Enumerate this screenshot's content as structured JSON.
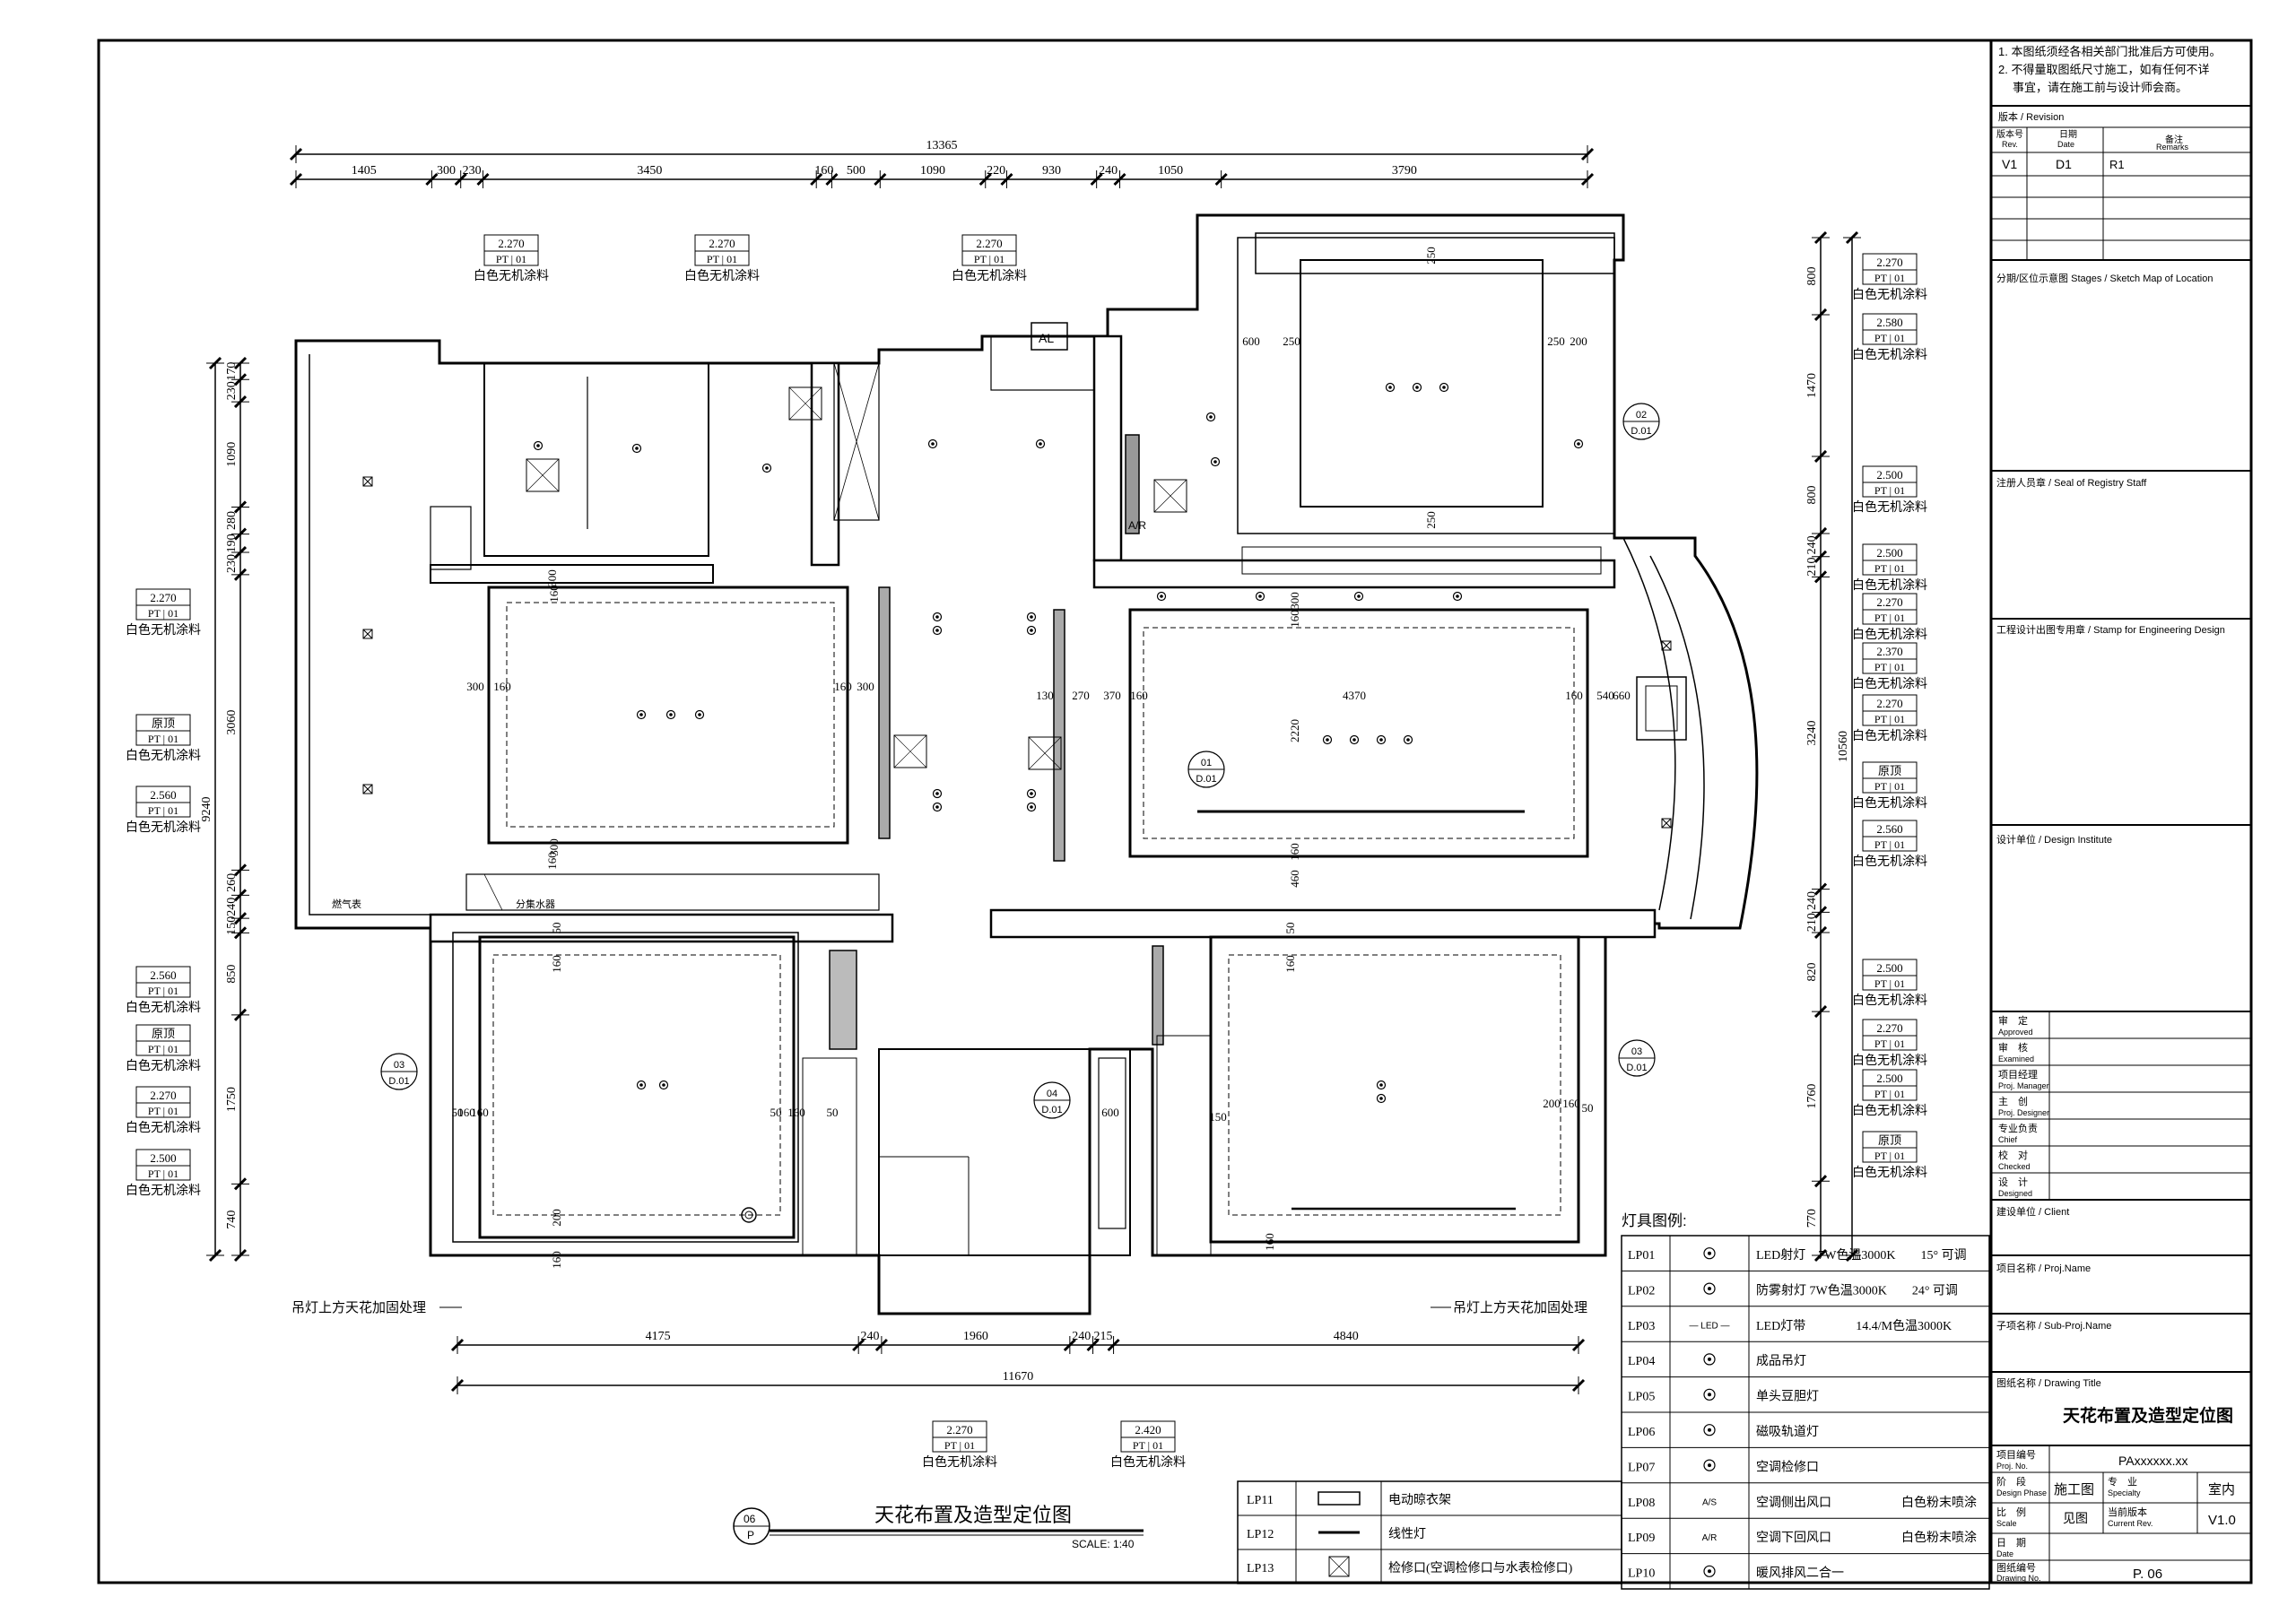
{
  "notes": {
    "line1": "1. 本图纸须经各相关部门批准后方可使用。",
    "line2": "2. 不得量取图纸尺寸施工，如有任何不详",
    "line3": "事宜，请在施工前与设计师会商。"
  },
  "revision": {
    "header": "版本 / Revision",
    "col_rev_cn": "版本号",
    "col_rev_en": "Rev.",
    "col_date_cn": "日期",
    "col_date_en": "Date",
    "col_remarks_cn": "备注",
    "col_remarks_en": "Remarks",
    "rev": "V1",
    "date": "D1",
    "remarks": "R1"
  },
  "title_block": {
    "stages": "分期/区位示意图 Stages / Sketch Map of Location",
    "seal": "注册人员章 / Seal of Registry Staff",
    "stamp": "工程设计出图专用章 / Stamp for Engineering Design",
    "institute": "设计单位 / Design Institute",
    "roles": [
      {
        "cn": "审　定",
        "en": "Approved"
      },
      {
        "cn": "审　核",
        "en": "Examined"
      },
      {
        "cn": "项目经理",
        "en": "Proj. Manager"
      },
      {
        "cn": "主　创",
        "en": "Proj. Designer"
      },
      {
        "cn": "专业负责",
        "en": "Chief"
      },
      {
        "cn": "校　对",
        "en": "Checked"
      },
      {
        "cn": "设　计",
        "en": "Designed"
      }
    ],
    "client": "建设单位 / Client",
    "proj_name": "项目名称 / Proj.Name",
    "sub_proj": "子项名称 / Sub-Proj.Name",
    "drawing_title_label": "图纸名称 / Drawing Title",
    "drawing_title": "天花布置及造型定位图",
    "proj_no_cn": "项目编号",
    "proj_no_en": "Proj. No.",
    "proj_no": "PAxxxxxx.xx",
    "phase_cn": "阶　段",
    "phase_en": "Design Phase",
    "phase": "施工图",
    "specialty_cn": "专　业",
    "specialty_en": "Specialty",
    "specialty": "室内",
    "scale_cn": "比　例",
    "scale_en": "Scale",
    "scale_val": "见图",
    "current_rev_cn": "当前版本",
    "current_rev_en": "Current Rev.",
    "current_rev": "V1.0",
    "date_cn": "日　期",
    "date_en": "Date",
    "drawing_no_cn": "图纸编号",
    "drawing_no_en": "Drawing No.",
    "drawing_no": "P. 06"
  },
  "plan": {
    "top_total": "13365",
    "top_dims": [
      "1405",
      "300",
      "230",
      "3450",
      "160",
      "500",
      "1090",
      "220",
      "930",
      "240",
      "1050",
      "3790"
    ],
    "bottom_total": "11670",
    "bottom_dims": [
      "4175",
      "240",
      "1960",
      "240",
      "215",
      "4840"
    ],
    "left_total": "9240",
    "left_dims": [
      "170",
      "230",
      "1090",
      "280",
      "190",
      "230",
      "3060",
      "260",
      "240",
      "150",
      "850",
      "1750",
      "740"
    ],
    "right_total": "10560",
    "right_dims": [
      "800",
      "1470",
      "800",
      "240",
      "210",
      "3240",
      "240",
      "210",
      "820",
      "1760",
      "770"
    ],
    "room_dims": [
      "300",
      "160",
      "160",
      "300",
      "300",
      "160",
      "160",
      "300",
      "600",
      "250",
      "250",
      "200",
      "250",
      "250",
      "130",
      "270",
      "370",
      "160",
      "4370",
      "160",
      "540",
      "660",
      "2220",
      "160",
      "300",
      "160",
      "460",
      "50",
      "160",
      "160",
      "50",
      "160",
      "200",
      "160",
      "50",
      "160",
      "50",
      "600",
      "150",
      "50",
      "160",
      "200",
      "160",
      "50",
      "160"
    ],
    "labels_left": [
      {
        "h": "2.270",
        "c": "PT | 01",
        "m": "白色无机涂料"
      },
      {
        "h": "原顶",
        "c": "PT | 01",
        "m": "白色无机涂料"
      },
      {
        "h": "2.560",
        "c": "PT | 01",
        "m": "白色无机涂料"
      },
      {
        "h": "2.560",
        "c": "PT | 01",
        "m": "白色无机涂料"
      },
      {
        "h": "原顶",
        "c": "PT | 01",
        "m": "白色无机涂料"
      },
      {
        "h": "2.270",
        "c": "PT | 01",
        "m": "白色无机涂料"
      },
      {
        "h": "2.500",
        "c": "PT | 01",
        "m": "白色无机涂料"
      }
    ],
    "labels_top": [
      {
        "h": "2.270",
        "c": "PT | 01",
        "m": "白色无机涂料"
      },
      {
        "h": "2.270",
        "c": "PT | 01",
        "m": "白色无机涂料"
      },
      {
        "h": "2.270",
        "c": "PT | 01",
        "m": "白色无机涂料"
      }
    ],
    "labels_right": [
      {
        "h": "2.270",
        "c": "PT | 01",
        "m": "白色无机涂料"
      },
      {
        "h": "2.580",
        "c": "PT | 01",
        "m": "白色无机涂料"
      },
      {
        "h": "2.500",
        "c": "PT | 01",
        "m": "白色无机涂料"
      },
      {
        "h": "2.500",
        "c": "PT | 01",
        "m": "白色无机涂料"
      },
      {
        "h": "2.270",
        "c": "PT | 01",
        "m": "白色无机涂料"
      },
      {
        "h": "2.370",
        "c": "PT | 01",
        "m": "白色无机涂料"
      },
      {
        "h": "2.270",
        "c": "PT | 01",
        "m": "白色无机涂料"
      },
      {
        "h": "原顶",
        "c": "PT | 01",
        "m": "白色无机涂料"
      },
      {
        "h": "2.560",
        "c": "PT | 01",
        "m": "白色无机涂料"
      },
      {
        "h": "2.500",
        "c": "PT | 01",
        "m": "白色无机涂料"
      },
      {
        "h": "2.270",
        "c": "PT | 01",
        "m": "白色无机涂料"
      },
      {
        "h": "2.500",
        "c": "PT | 01",
        "m": "白色无机涂料"
      },
      {
        "h": "原顶",
        "c": "PT | 01",
        "m": "白色无机涂料"
      }
    ],
    "labels_bottom": [
      {
        "h": "2.270",
        "c": "PT | 01",
        "m": "白色无机涂料"
      },
      {
        "h": "2.420",
        "c": "PT | 01",
        "m": "白色无机涂料"
      }
    ],
    "reinforce_note_left": "吊灯上方天花加固处理",
    "reinforce_note_right": "吊灯上方天花加固处理",
    "gas_meter": "燃气表",
    "water_sep": "分集水器",
    "ar": "A/R",
    "al": "AL",
    "section_refs": [
      {
        "num": "01",
        "sheet": "D.01"
      },
      {
        "num": "02",
        "sheet": "D.01"
      },
      {
        "num": "03",
        "sheet": "D.01"
      },
      {
        "num": "03",
        "sheet": "D.01"
      },
      {
        "num": "04",
        "sheet": "D.01"
      }
    ]
  },
  "legend": {
    "title": "灯具图例:",
    "left_items": [
      {
        "code": "LP11",
        "desc": "电动晾衣架",
        "icon": "drying-rack-icon"
      },
      {
        "code": "LP12",
        "desc": "线性灯",
        "icon": "linear-light-icon"
      },
      {
        "code": "LP13",
        "desc": "检修口(空调检修口与水表检修口)",
        "icon": "access-panel-icon"
      }
    ],
    "right_items": [
      {
        "code": "LP01",
        "desc": "LED射灯　7W色温3000K　　15° 可调",
        "note": "",
        "sym": "",
        "icon": "spotlight-icon"
      },
      {
        "code": "LP02",
        "desc": "防雾射灯 7W色温3000K　　24° 可调",
        "note": "",
        "sym": "",
        "icon": "fog-spotlight-icon"
      },
      {
        "code": "LP03",
        "desc": "LED灯带　　　　14.4/M色温3000K",
        "note": "",
        "sym": "— LED —",
        "icon": "led-strip-icon"
      },
      {
        "code": "LP04",
        "desc": "成品吊灯",
        "note": "",
        "sym": "",
        "icon": "pendant-light-icon"
      },
      {
        "code": "LP05",
        "desc": "单头豆胆灯",
        "note": "",
        "sym": "",
        "icon": "grille-light-icon"
      },
      {
        "code": "LP06",
        "desc": "磁吸轨道灯",
        "note": "",
        "sym": "",
        "icon": "track-light-icon"
      },
      {
        "code": "LP07",
        "desc": "空调检修口",
        "note": "",
        "sym": "",
        "icon": "ac-access-icon"
      },
      {
        "code": "LP08",
        "desc": "空调侧出风口",
        "note": "白色粉末喷涂",
        "sym": "A/S",
        "icon": "ac-side-vent-icon"
      },
      {
        "code": "LP09",
        "desc": "空调下回风口",
        "note": "白色粉末喷涂",
        "sym": "A/R",
        "icon": "ac-return-vent-icon"
      },
      {
        "code": "LP10",
        "desc": "暖风排风二合一",
        "note": "",
        "sym": "",
        "icon": "heater-fan-icon"
      }
    ]
  },
  "title_mark": {
    "num": "06",
    "sheet": "P",
    "title": "天花布置及造型定位图",
    "scale": "SCALE: 1:40"
  }
}
